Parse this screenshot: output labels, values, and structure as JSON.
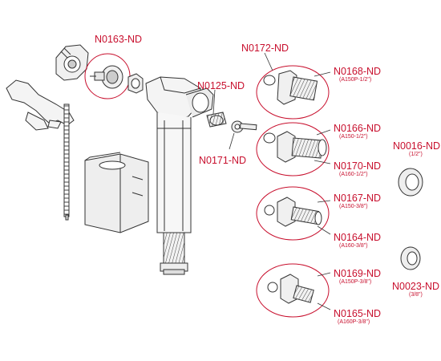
{
  "labels": {
    "n0163": "N0163-ND",
    "n0172": "N0172-ND",
    "n0168": "N0168-ND",
    "n0168_sub": "(A150P-1/2\")",
    "n0125": "N0125-ND",
    "n0166": "N0166-ND",
    "n0166_sub": "(A150-1/2\")",
    "n0016": "N0016-ND",
    "n0016_sub": "(1/2\")",
    "n0171": "N0171-ND",
    "n0170": "N0170-ND",
    "n0170_sub": "(A160-1/2\")",
    "n0167": "N0167-ND",
    "n0167_sub": "(A150-3/8\")",
    "n0164": "N0164-ND",
    "n0164_sub": "(A160-3/8\")",
    "n0169": "N0169-ND",
    "n0169_sub": "(A150P-3/8\")",
    "n0023": "N0023-ND",
    "n0023_sub": "(3/8\")",
    "n0165": "N0165-ND",
    "n0165_sub": "(A160P-3/8\")"
  },
  "colors": {
    "accent": "#c8102e",
    "line": "#333333",
    "fill_light": "#eeeeee"
  }
}
